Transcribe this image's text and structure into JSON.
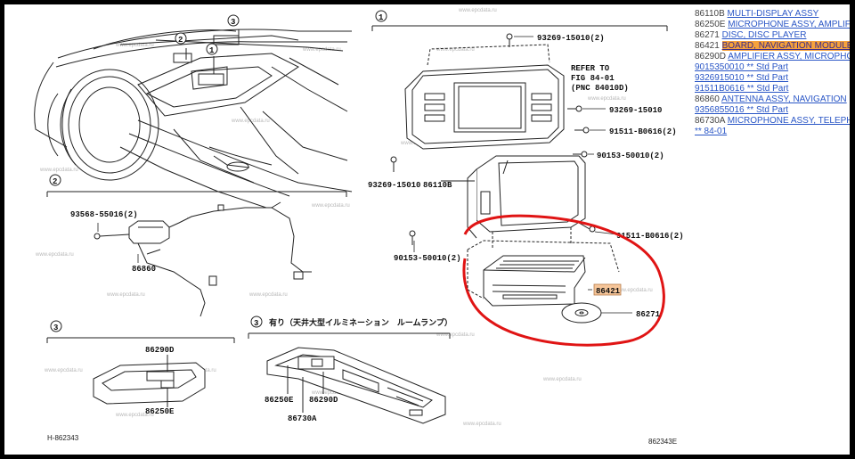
{
  "parts": [
    {
      "code": "86110B",
      "name": "MULTI-DISPLAY ASSY"
    },
    {
      "code": "86250E",
      "name": "MICROPHONE ASSY, AMPLIFIER"
    },
    {
      "code": "86271",
      "name": "DISC, DISC PLAYER"
    },
    {
      "code": "86421",
      "name": "BOARD, NAVIGATION MODULE",
      "highlighted": true
    },
    {
      "code": "86290D",
      "name": "AMPLIFIER ASSY, MICROPHONE"
    },
    {
      "code": "",
      "name": "9015350010 ** Std Part"
    },
    {
      "code": "",
      "name": "9326915010 ** Std Part"
    },
    {
      "code": "",
      "name": "91511B0616 ** Std Part"
    },
    {
      "code": "86860",
      "name": "ANTENNA ASSY, NAVIGATION"
    },
    {
      "code": "",
      "name": "9356855016 ** Std Part"
    },
    {
      "code": "86730A",
      "name": "MICROPHONE ASSY, TELEPHONE"
    },
    {
      "code": "",
      "name": "** 84-01"
    }
  ],
  "diagram": {
    "section_numbers": [
      "1",
      "2",
      "3",
      "3"
    ],
    "refer_to": [
      "REFER TO",
      "FIG 84-01",
      "(PNC 84010D)"
    ],
    "callouts": {
      "c93269_top": "93269-15010(2)",
      "c93269_right": "93269-15010",
      "c91511_a": "91511-B0616(2)",
      "c90153_a": "90153-50010(2)",
      "c93269_left": "93269-15010",
      "c86110b": "86110B",
      "c91511_b": "91511-B0616(2)",
      "c90153_b": "90153-50010(2)",
      "c86421": "86421",
      "c86271": "86271",
      "c93568": "93568-55016(2)",
      "c86860": "86860",
      "c86290d_a": "86290D",
      "c86250e_a": "86250E",
      "c86250e_b": "86250E",
      "c86290d_b": "86290D",
      "c86730a": "86730A"
    },
    "section3_note": "有り（天井大型イルミネーション　ルームランプ）",
    "code_left": "H-862343",
    "code_right": "862343E",
    "watermark": "www.epcdata.ru"
  },
  "colors": {
    "highlight_circle": "#e01414",
    "highlight_row": "#f6a23c",
    "link": "#2a56c6"
  }
}
